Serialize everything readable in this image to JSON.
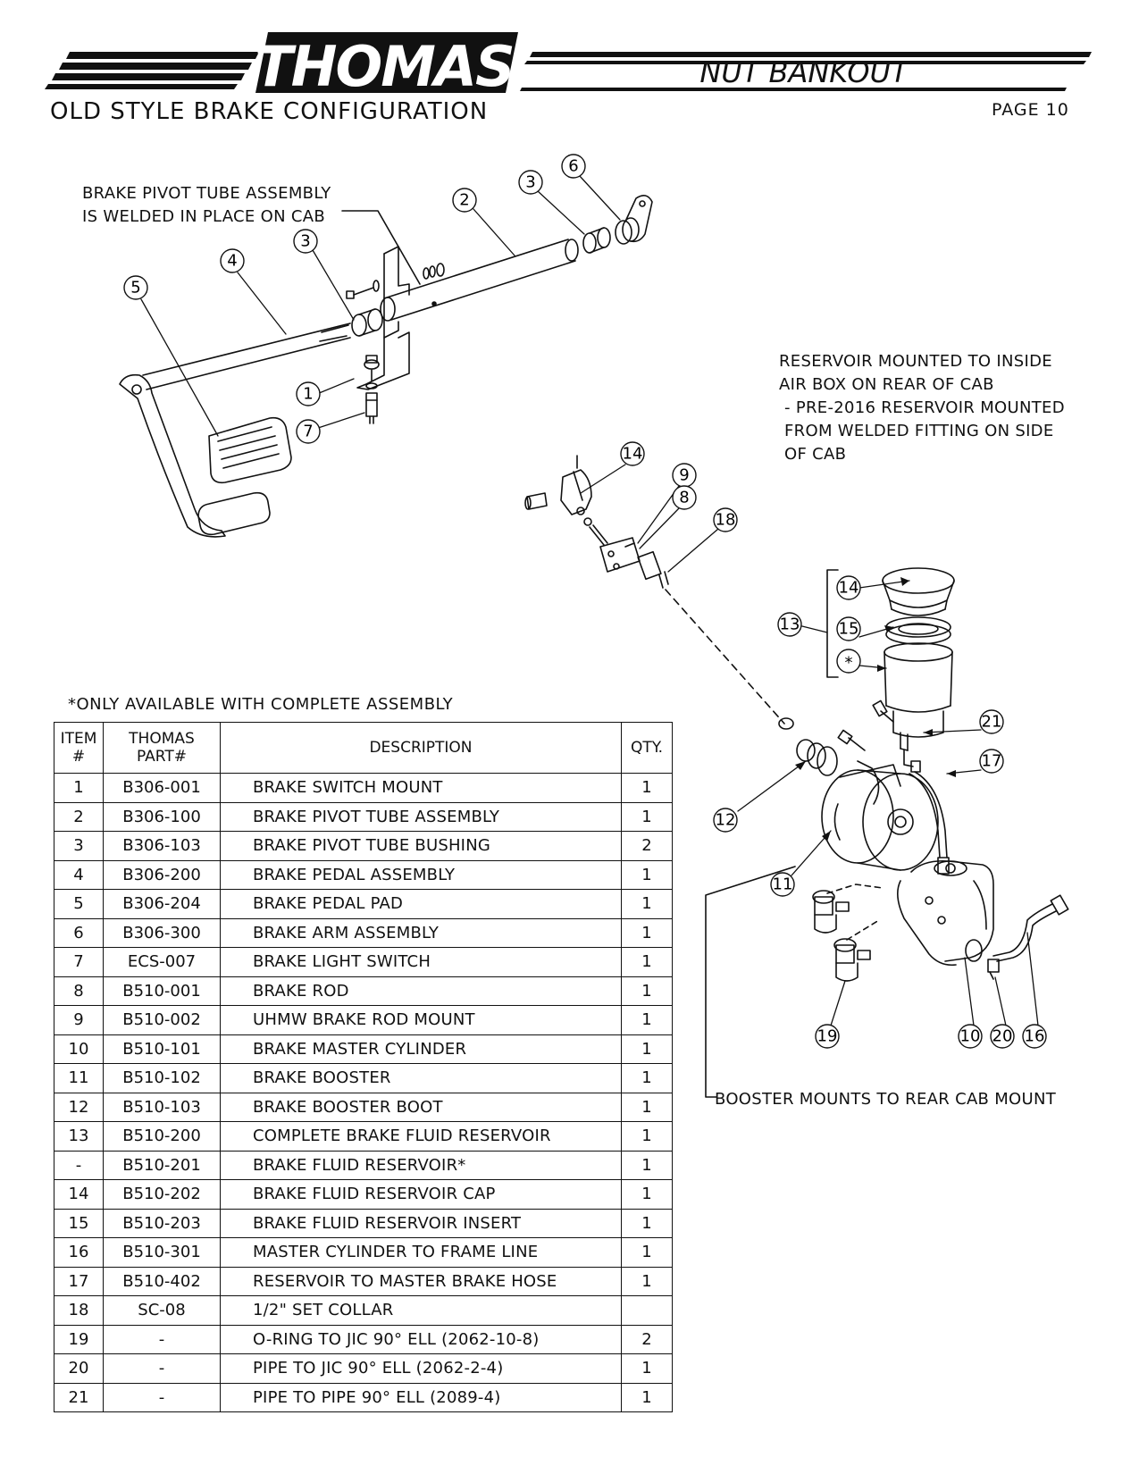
{
  "header": {
    "brand": "THOMAS",
    "product": "NUT BANKOUT",
    "subtitle": "OLD STYLE BRAKE CONFIGURATION",
    "page": "PAGE 10"
  },
  "notes": {
    "pivot_tube": "BRAKE PIVOT TUBE ASSEMBLY\nIS WELDED IN PLACE ON CAB",
    "reservoir": "RESERVOIR MOUNTED TO INSIDE\nAIR BOX ON REAR OF CAB\n - PRE-2016 RESERVOIR MOUNTED\n FROM WELDED FITTING ON SIDE\n OF CAB",
    "booster": "BOOSTER MOUNTS TO REAR CAB MOUNT"
  },
  "callouts": [
    "1",
    "2",
    "3",
    "3",
    "4",
    "5",
    "6",
    "7",
    "9",
    "8",
    "14",
    "18",
    "14",
    "13",
    "15",
    "*",
    "21",
    "17",
    "12",
    "11",
    "19",
    "10",
    "20",
    "16"
  ],
  "table": {
    "footnote": "*ONLY AVAILABLE WITH COMPLETE ASSEMBLY",
    "headers": {
      "item": [
        "ITEM",
        "#"
      ],
      "part": [
        "THOMAS",
        "PART#"
      ],
      "description": "DESCRIPTION",
      "qty": "QTY."
    },
    "rows": [
      {
        "item": "1",
        "part": "B306-001",
        "desc": "BRAKE SWITCH MOUNT",
        "qty": "1"
      },
      {
        "item": "2",
        "part": "B306-100",
        "desc": "BRAKE PIVOT TUBE ASSEMBLY",
        "qty": "1"
      },
      {
        "item": "3",
        "part": "B306-103",
        "desc": "BRAKE PIVOT TUBE BUSHING",
        "qty": "2"
      },
      {
        "item": "4",
        "part": "B306-200",
        "desc": "BRAKE PEDAL ASSEMBLY",
        "qty": "1"
      },
      {
        "item": "5",
        "part": "B306-204",
        "desc": "BRAKE PEDAL PAD",
        "qty": "1"
      },
      {
        "item": "6",
        "part": "B306-300",
        "desc": "BRAKE ARM ASSEMBLY",
        "qty": "1"
      },
      {
        "item": "7",
        "part": "ECS-007",
        "desc": "BRAKE LIGHT SWITCH",
        "qty": "1"
      },
      {
        "item": "8",
        "part": "B510-001",
        "desc": "BRAKE ROD",
        "qty": "1"
      },
      {
        "item": "9",
        "part": "B510-002",
        "desc": "UHMW BRAKE ROD MOUNT",
        "qty": "1"
      },
      {
        "item": "10",
        "part": "B510-101",
        "desc": "BRAKE MASTER CYLINDER",
        "qty": "1"
      },
      {
        "item": "11",
        "part": "B510-102",
        "desc": "BRAKE BOOSTER",
        "qty": "1"
      },
      {
        "item": "12",
        "part": "B510-103",
        "desc": "BRAKE BOOSTER BOOT",
        "qty": "1"
      },
      {
        "item": "13",
        "part": "B510-200",
        "desc": "COMPLETE BRAKE FLUID RESERVOIR",
        "qty": "1"
      },
      {
        "item": "-",
        "part": "B510-201",
        "desc": "BRAKE FLUID RESERVOIR*",
        "qty": "1"
      },
      {
        "item": "14",
        "part": "B510-202",
        "desc": "BRAKE FLUID RESERVOIR CAP",
        "qty": "1"
      },
      {
        "item": "15",
        "part": "B510-203",
        "desc": "BRAKE FLUID RESERVOIR INSERT",
        "qty": "1"
      },
      {
        "item": "16",
        "part": "B510-301",
        "desc": "MASTER CYLINDER TO FRAME LINE",
        "qty": "1"
      },
      {
        "item": "17",
        "part": "B510-402",
        "desc": "RESERVOIR TO MASTER BRAKE HOSE",
        "qty": "1"
      },
      {
        "item": "18",
        "part": "SC-08",
        "desc": "1/2\" SET COLLAR",
        "qty": ""
      },
      {
        "item": "19",
        "part": "-",
        "desc": "O-RING TO JIC 90° ELL (2062-10-8)",
        "qty": "2"
      },
      {
        "item": "20",
        "part": "-",
        "desc": "PIPE TO JIC 90° ELL (2062-2-4)",
        "qty": "1"
      },
      {
        "item": "21",
        "part": "-",
        "desc": "PIPE TO PIPE 90° ELL (2089-4)",
        "qty": "1"
      }
    ]
  }
}
